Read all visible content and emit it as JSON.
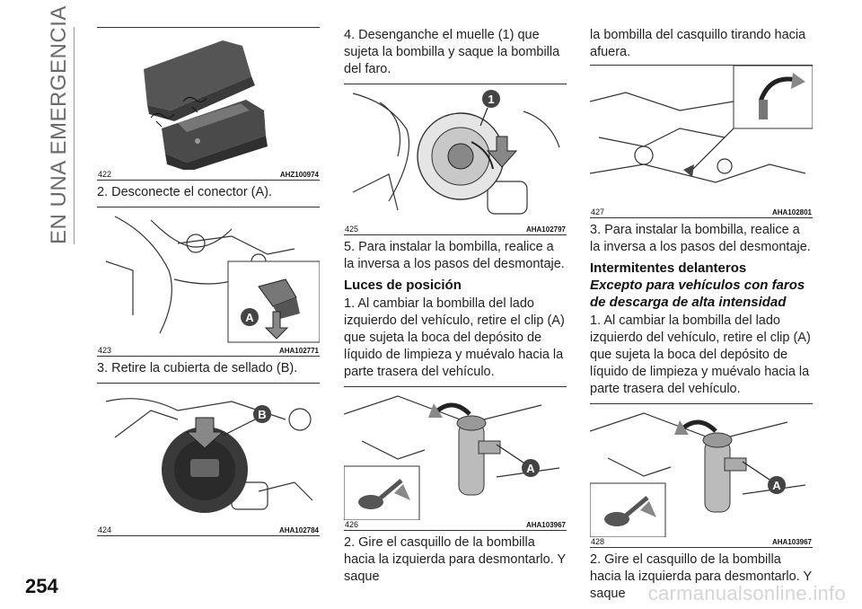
{
  "side_title": "EN UNA EMERGENCIA",
  "page_number": "254",
  "watermark": "carmanualsonline.info",
  "col1": {
    "fig422": {
      "num": "422",
      "code": "AHZ100974"
    },
    "text1": "2. Desconecte el conector (A).",
    "fig423": {
      "num": "423",
      "code": "AHA102771",
      "label": "A"
    },
    "text2": "3. Retire la cubierta de sellado (B).",
    "fig424": {
      "num": "424",
      "code": "AHA102784",
      "label": "B"
    }
  },
  "col2": {
    "text1": "4. Desenganche el muelle (1) que sujeta la bombilla y saque la bombilla del faro.",
    "fig425": {
      "num": "425",
      "code": "AHA102797",
      "label": "1"
    },
    "text2": "5. Para instalar la bombilla, realice a la inversa a los pasos del desmontaje.",
    "heading": "Luces de posición",
    "text3": "1. Al cambiar la bombilla del lado izquierdo del vehículo, retire el clip (A) que sujeta la boca del depósito de líquido de limpieza y muévalo hacia la parte trasera del vehículo.",
    "fig426": {
      "num": "426",
      "code": "AHA103967",
      "label": "A"
    },
    "text4": "2. Gire el casquillo de la bombilla hacia la izquierda para desmontarlo. Y saque"
  },
  "col3": {
    "text1": "la bombilla del casquillo tirando hacia afuera.",
    "fig427": {
      "num": "427",
      "code": "AHA102801"
    },
    "text2": "3. Para instalar la bombilla, realice a la inversa a los pasos del desmontaje.",
    "heading": "Intermitentes delanteros",
    "subheading": "Excepto para vehículos con faros de descarga de alta intensidad",
    "text3": "1. Al cambiar la bombilla del lado izquierdo del vehículo, retire el clip (A) que sujeta la boca del depósito de líquido de limpieza y muévalo hacia la parte trasera del vehículo.",
    "fig428": {
      "num": "428",
      "code": "AHA103967",
      "label": "A"
    },
    "text4": "2. Gire el casquillo de la bombilla hacia la izquierda para desmontarlo. Y saque"
  }
}
